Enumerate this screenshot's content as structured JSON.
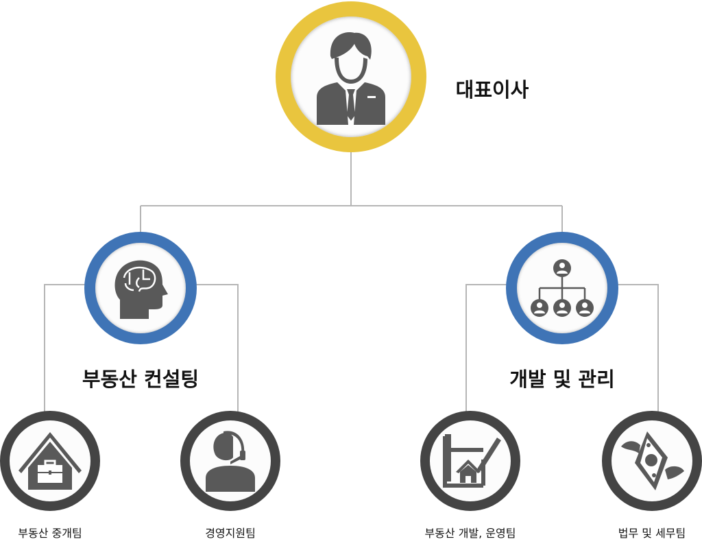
{
  "ceo": {
    "label": "대표이사",
    "icon": "businessman-icon"
  },
  "divisions": [
    {
      "label": "부동산 컨설팅",
      "icon": "brain-head-icon",
      "teams": [
        {
          "label": "부동산 중개팀",
          "icon": "house-briefcase-icon"
        },
        {
          "label": "경영지원팀",
          "icon": "headset-operator-icon"
        }
      ]
    },
    {
      "label": "개발 및 관리",
      "icon": "org-hierarchy-icon",
      "teams": [
        {
          "label": "부동산 개발, 운영팀",
          "icon": "blueprint-house-pencil-icon"
        },
        {
          "label": "법무 및 세무팀",
          "icon": "flying-money-icon"
        }
      ]
    }
  ],
  "colors": {
    "ceo_ring": "#e9c53e",
    "division_ring": "#3f74b6",
    "team_ring": "#444444",
    "icon": "#595959",
    "connector": "#b5b5b5"
  }
}
